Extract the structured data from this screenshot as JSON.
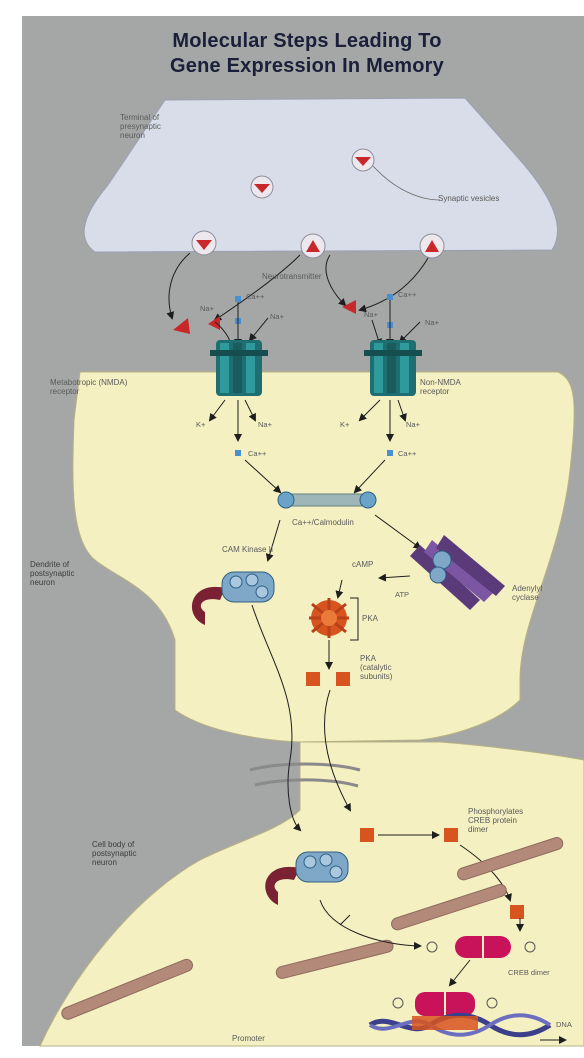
{
  "title_line1": "Molecular Steps Leading To",
  "title_line2": "Gene Expression In Memory",
  "labels": {
    "presyn_terminal": "Terminal of\npresynaptic\nneuron",
    "synaptic_vesicles": "Synaptic vesicles",
    "neurotransmitter": "Neurotransmitter",
    "ca_top_left": "Ca++",
    "na_left_a": "Na+",
    "na_left_b": "Na+",
    "ca_top_right": "Ca++",
    "na_right_a": "Na+",
    "na_right_b": "Na+",
    "nmda_receptor": "Metabotropic (NMDA)\nreceptor",
    "non_nmda_receptor": "Non-NMDA\nreceptor",
    "k_left": "K+",
    "na_lower_left": "Na+",
    "k_right": "K+",
    "na_lower_right": "Na+",
    "ca_mid_left": "Ca++",
    "ca_mid_right": "Ca++",
    "calmodulin": "Ca++/Calmodulin",
    "dendrite": "Dendrite of\npostsynaptic\nneuron",
    "cam_kinase": "CAM Kinase II",
    "camp": "cAMP",
    "atp": "ATP",
    "adenylyl_cyclase": "Adenylyl\ncyclase",
    "pka": "PKA",
    "pka_subunits": "PKA\n(catalytic\nsubunits)",
    "cell_body": "Cell body of\npostsynaptic\nneuron",
    "phosphorylates": "Phosphorylates\nCREB protein\ndimer",
    "creb_dimer": "CREB dimer",
    "dna": "DNA",
    "bottom_label": "Promoter"
  },
  "colors": {
    "background": "#a4a7a6",
    "presynaptic": "#d9dde9",
    "postsynaptic": "#f5f0c2",
    "receptor": "#1f6f72",
    "vesicle": "#c8282a",
    "enzyme_kinase": "#7a2134",
    "adenylyl": "#5b3a7a",
    "pka_orange": "#d8541f",
    "creb": "#c8125a",
    "calmodulin_blue": "#6aa3c8"
  }
}
